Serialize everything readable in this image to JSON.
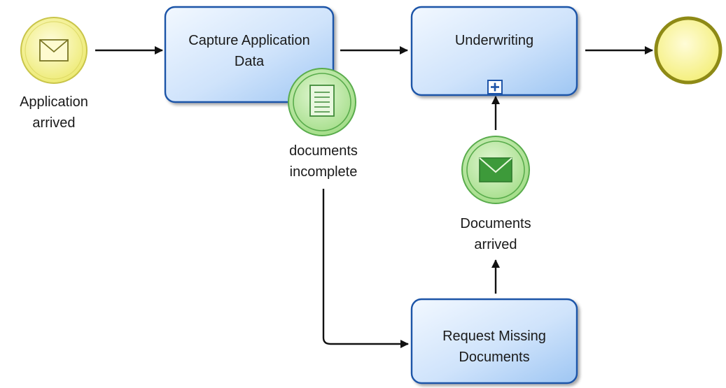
{
  "diagram": {
    "start_event": {
      "label_line1": "Application",
      "label_line2": "arrived",
      "icon": "envelope-icon"
    },
    "tasks": {
      "capture": {
        "label_line1": "Capture Application",
        "label_line2": "Data"
      },
      "underwriting": {
        "label": "Underwriting",
        "marker_icon": "plus-icon"
      },
      "request": {
        "label_line1": "Request Missing",
        "label_line2": "Documents"
      }
    },
    "boundary_event": {
      "label_line1": "documents",
      "label_line2": "incomplete",
      "icon": "document-icon"
    },
    "intermediate_event": {
      "label_line1": "Documents",
      "label_line2": "arrived",
      "icon": "envelope-icon"
    },
    "end_event": {
      "icon": "end-event"
    }
  },
  "colors": {
    "task_fill_light": "#eef5ff",
    "task_fill_dark": "#a9cdf6",
    "task_stroke": "#1e54a8",
    "start_fill": "#f7f47c",
    "end_fill": "#f6f27a",
    "end_stroke": "#8e8a16",
    "green_fill": "#b4e59b",
    "green_stroke": "#4aa34a",
    "flow": "#111111"
  }
}
